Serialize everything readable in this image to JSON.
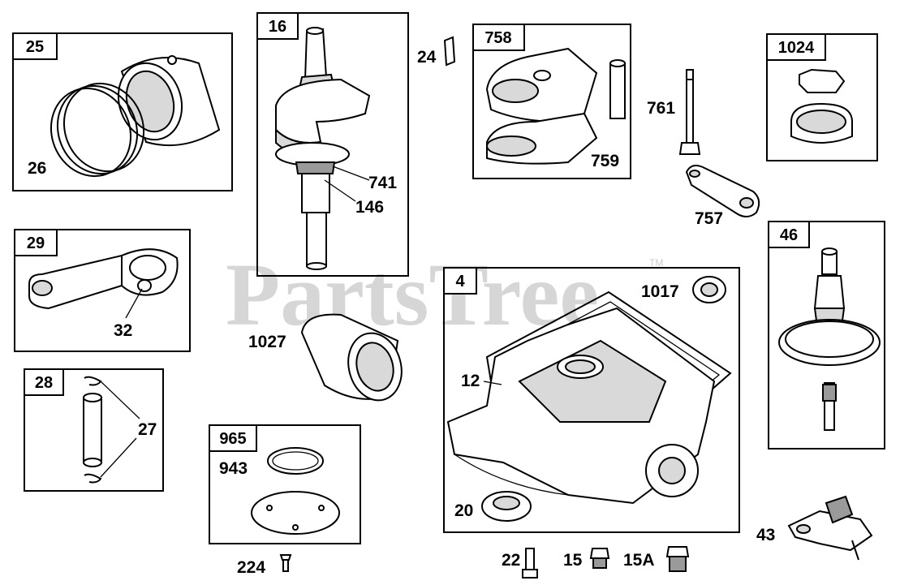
{
  "watermark": {
    "text": "PartsTree",
    "trademark": "TM"
  },
  "groups": [
    {
      "key": "g25",
      "number": "25",
      "callouts": [
        "26"
      ]
    },
    {
      "key": "g16",
      "number": "16",
      "callouts": [
        "741",
        "146"
      ]
    },
    {
      "key": "g758",
      "number": "758",
      "callouts": [
        "759"
      ]
    },
    {
      "key": "g1024",
      "number": "1024",
      "callouts": []
    },
    {
      "key": "g29",
      "number": "29",
      "callouts": [
        "32"
      ]
    },
    {
      "key": "g4",
      "number": "4",
      "callouts": [
        "1017",
        "12",
        "20"
      ]
    },
    {
      "key": "g46",
      "number": "46",
      "callouts": []
    },
    {
      "key": "g28",
      "number": "28",
      "callouts": [
        "27"
      ]
    },
    {
      "key": "g965",
      "number": "965",
      "callouts": [
        "943"
      ]
    }
  ],
  "loose_parts": [
    "24",
    "761",
    "757",
    "1027",
    "224",
    "22",
    "15",
    "15A",
    "43"
  ]
}
